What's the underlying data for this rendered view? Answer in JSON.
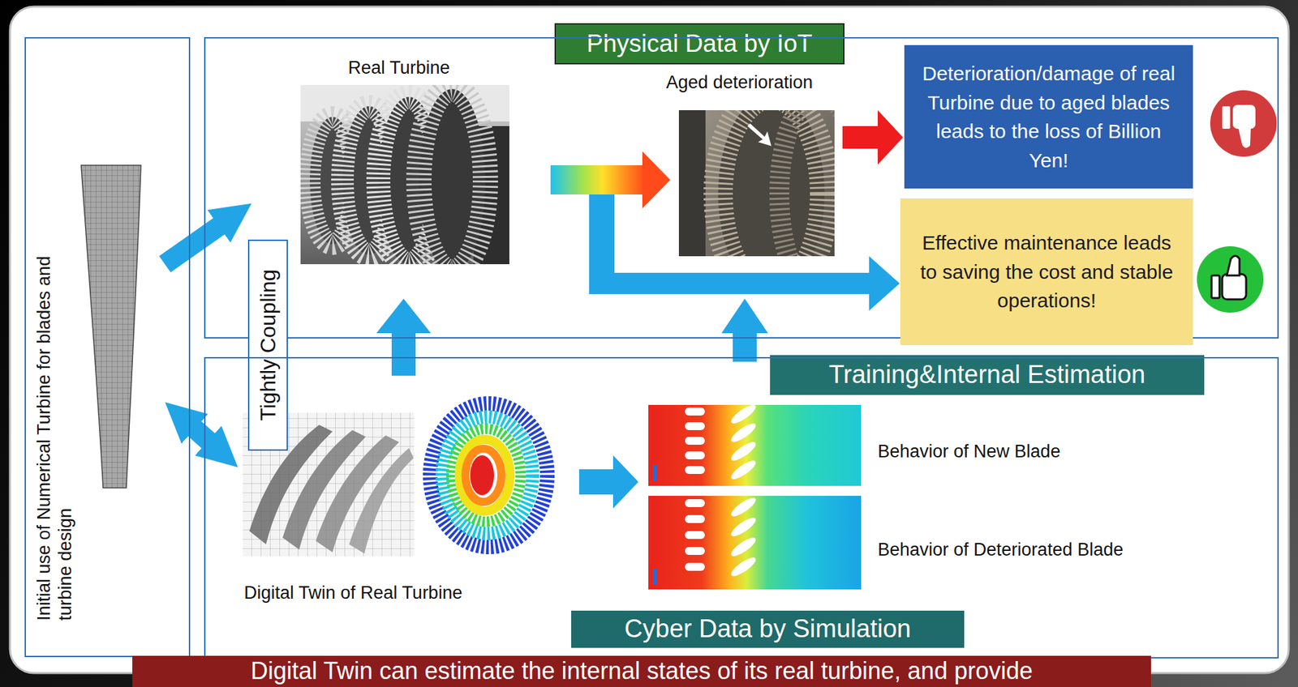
{
  "diagram": {
    "nodes": [
      {
        "text": [
          "Initial use of Numerical Turbine for blades and turbine design"
        ]
      },
      {
        "text": [
          "Physical Data by IoT"
        ]
      },
      {
        "text": [
          "Real Turbine",
          "Aged deterioration"
        ]
      },
      {
        "text": [
          "Deterioration/damage of real Turbine due to aged blades leads to the loss of Billion Yen!"
        ],
        "in": 2
      },
      {
        "text": [
          "Effective maintenance leads to saving the cost and stable operations!"
        ],
        "in": 2
      },
      {
        "text": [
          "Tightly Coupling"
        ]
      },
      {
        "text": [
          "Training&Internal Estimation"
        ]
      },
      {
        "text": [
          "Digital Twin of Real Turbine",
          "Behavior of New Blade",
          "Behavior of Deteriorated Blade"
        ]
      },
      {
        "text": [
          "Cyber Data by Simulation"
        ],
        "in": 7
      },
      {
        "text": [
          "Digital Twin can estimate the internal states of its real turbine, and provide"
        ]
      }
    ]
  }
}
